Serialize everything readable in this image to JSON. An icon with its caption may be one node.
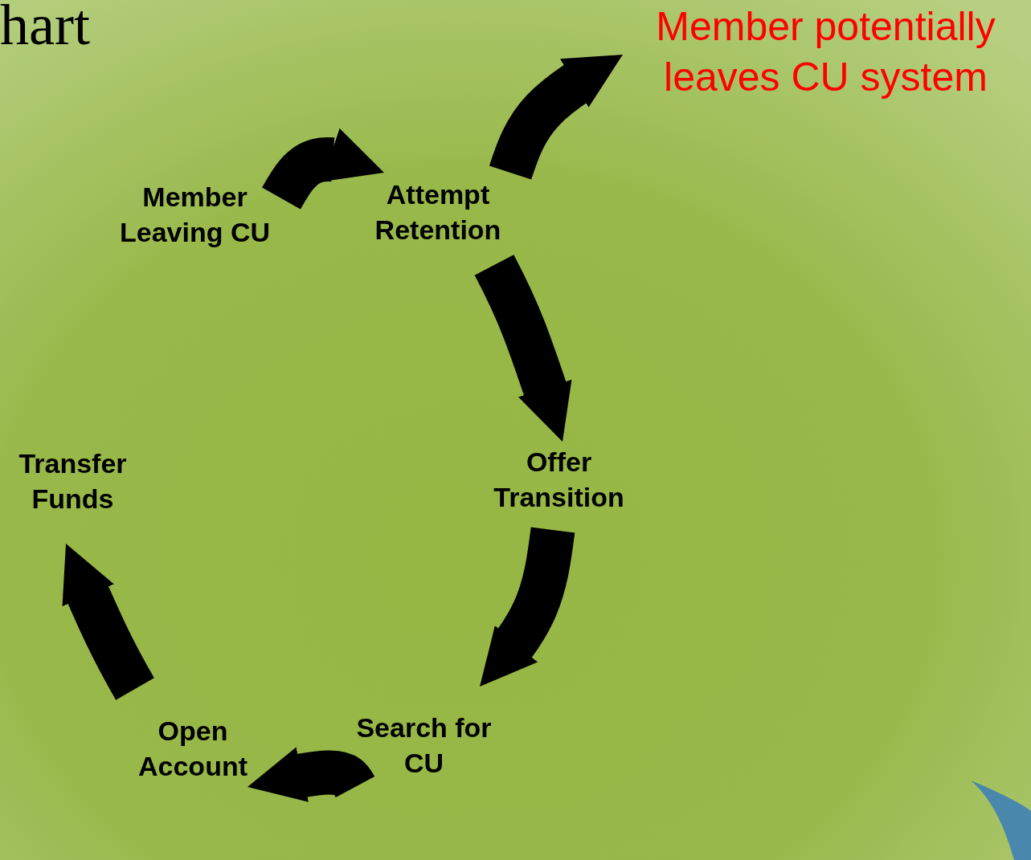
{
  "diagram": {
    "title": "hart",
    "nodes": [
      {
        "text": [
          "Member Leaving CU"
        ]
      },
      {
        "text": [
          "Attempt Retention"
        ]
      },
      {
        "text": [
          "Member potentially leaves CU system"
        ]
      },
      {
        "text": [
          "Offer Transition"
        ]
      },
      {
        "text": [
          "Search for CU"
        ]
      },
      {
        "text": [
          "Open Account"
        ]
      },
      {
        "text": [
          "Transfer Funds"
        ]
      }
    ],
    "edges": [
      {
        "from": 0,
        "to": 1,
        "arrow": "to"
      },
      {
        "from": 1,
        "to": 2,
        "arrow": "to"
      },
      {
        "from": 1,
        "to": 3,
        "arrow": "to"
      },
      {
        "from": 3,
        "to": 4,
        "arrow": "to"
      },
      {
        "from": 4,
        "to": 5,
        "arrow": "to"
      },
      {
        "from": 5,
        "to": 6,
        "arrow": "to"
      }
    ]
  }
}
